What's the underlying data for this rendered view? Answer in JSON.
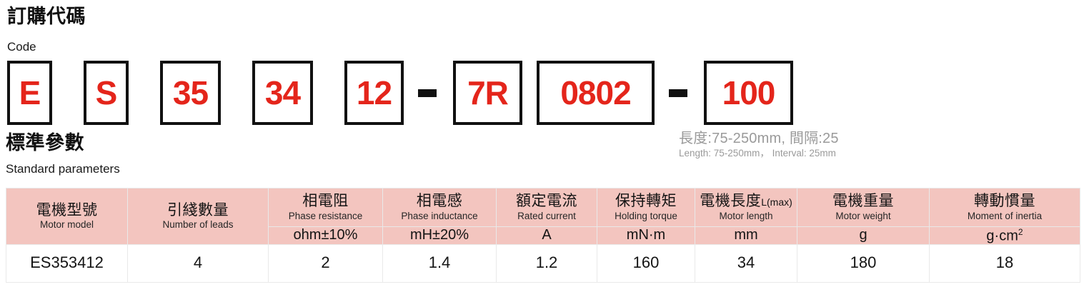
{
  "order_code": {
    "title_cn": "訂購代碼",
    "title_en": "Code",
    "boxes": [
      {
        "value": "E",
        "width_class": "w1"
      },
      {
        "value": "S",
        "width_class": "w1"
      },
      {
        "value": "35",
        "width_class": "w2"
      },
      {
        "value": "34",
        "width_class": "w2"
      },
      {
        "value": "12",
        "width_class": "w2b"
      },
      {
        "value": "7R",
        "width_class": "w3"
      },
      {
        "value": "0802",
        "width_class": "w4"
      },
      {
        "value": "100",
        "width_class": "w5"
      }
    ],
    "separator": "-",
    "length_note_cn": "長度:75-250mm, 間隔:25",
    "length_note_en": "Length: 75-250mm， Interval: 25mm"
  },
  "standard_parameters": {
    "title_cn": "標準參數",
    "title_en": "Standard parameters",
    "columns": [
      {
        "cn": "電機型號",
        "cn_sup": "",
        "en": "Motor model",
        "unit": "",
        "unit_sup": ""
      },
      {
        "cn": "引綫數量",
        "cn_sup": "",
        "en": "Number of leads",
        "unit": "",
        "unit_sup": ""
      },
      {
        "cn": "相電阻",
        "cn_sup": "",
        "en": "Phase resistance",
        "unit": "ohm±10%",
        "unit_sup": ""
      },
      {
        "cn": "相電感",
        "cn_sup": "",
        "en": "Phase inductance",
        "unit": "mH±20%",
        "unit_sup": ""
      },
      {
        "cn": "額定電流",
        "cn_sup": "",
        "en": "Rated current",
        "unit": "A",
        "unit_sup": ""
      },
      {
        "cn": "保持轉矩",
        "cn_sup": "",
        "en": "Holding torque",
        "unit": "mN·m",
        "unit_sup": ""
      },
      {
        "cn": "電機長度",
        "cn_sup": "L(max)",
        "en": "Motor length",
        "unit": "mm",
        "unit_sup": ""
      },
      {
        "cn": "電機重量",
        "cn_sup": "",
        "en": "Motor weight",
        "unit": "g",
        "unit_sup": ""
      },
      {
        "cn": "轉動慣量",
        "cn_sup": "",
        "en": "Moment of inertia",
        "unit": "g·cm",
        "unit_sup": "2"
      }
    ],
    "rows": [
      [
        "ES353412",
        "4",
        "2",
        "1.4",
        "1.2",
        "160",
        "34",
        "180",
        "18"
      ]
    ]
  },
  "colors": {
    "code_red": "#e4251b",
    "header_pink": "#f3c5bf",
    "note_gray": "#9a9a9a",
    "border_gray": "#e9e9e9",
    "box_border": "#111111"
  },
  "chart_data": {
    "type": "table",
    "title": "標準參數 / Standard parameters",
    "columns": [
      "電機型號 Motor model",
      "引綫數量 Number of leads",
      "相電阻 Phase resistance (ohm±10%)",
      "相電感 Phase inductance (mH±20%)",
      "額定電流 Rated current (A)",
      "保持轉矩 Holding torque (mN·m)",
      "電機長度L(max) Motor length (mm)",
      "電機重量 Motor weight (g)",
      "轉動慣量 Moment of inertia (g·cm2)"
    ],
    "values": [
      [
        "ES353412",
        4,
        2,
        1.4,
        1.2,
        160,
        34,
        180,
        18
      ]
    ]
  }
}
